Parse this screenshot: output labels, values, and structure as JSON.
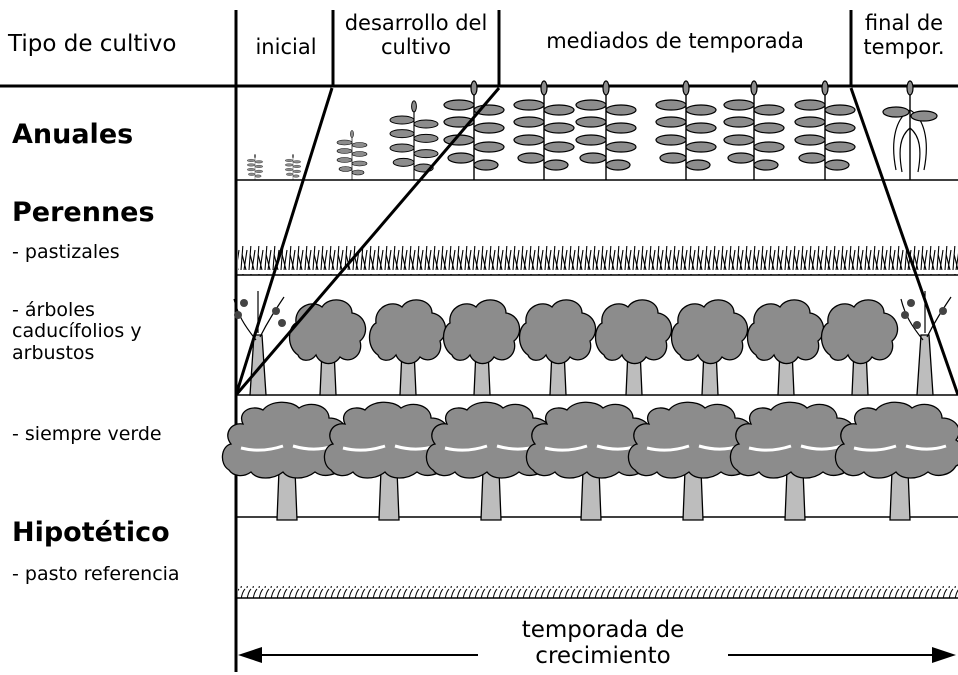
{
  "header": {
    "crop_type_label": "Tipo de cultivo",
    "stages": [
      {
        "id": "initial",
        "label": "inicial"
      },
      {
        "id": "development",
        "label": "desarrollo del cultivo"
      },
      {
        "id": "mid",
        "label": "mediados de temporada"
      },
      {
        "id": "late",
        "label": "final de tempor."
      }
    ]
  },
  "rows": {
    "annual": {
      "label": "Anuales"
    },
    "perennial": {
      "label": "Perennes",
      "items": [
        {
          "label": "- pastizales"
        },
        {
          "label": "- árboles caducífolios y arbustos"
        },
        {
          "label": "- siempre verde"
        }
      ]
    },
    "hypothetical": {
      "label": "Hipotético",
      "items": [
        {
          "label": "- pasto referencia"
        }
      ]
    }
  },
  "footer": {
    "growing_season_label": "temporada de crecimiento"
  },
  "colors": {
    "ink": "#000000",
    "foliage": "#8c8c8c",
    "trunk": "#bdbdbd",
    "paper": "#ffffff"
  }
}
